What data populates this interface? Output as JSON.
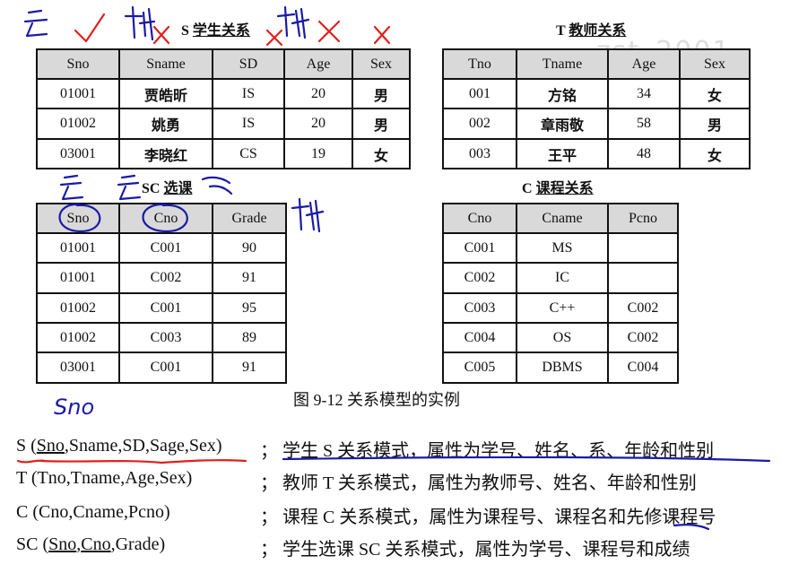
{
  "tables": {
    "s": {
      "caption_prefix": "S",
      "caption_title": "学生关系",
      "headers": [
        "Sno",
        "Sname",
        "SD",
        "Age",
        "Sex"
      ],
      "rows": [
        [
          "01001",
          "贾皓昕",
          "IS",
          "20",
          "男"
        ],
        [
          "01002",
          "姚勇",
          "IS",
          "20",
          "男"
        ],
        [
          "03001",
          "李晓红",
          "CS",
          "19",
          "女"
        ]
      ]
    },
    "t": {
      "caption_prefix": "T",
      "caption_title": "教师关系",
      "headers": [
        "Tno",
        "Tname",
        "Age",
        "Sex"
      ],
      "rows": [
        [
          "001",
          "方铭",
          "34",
          "女"
        ],
        [
          "002",
          "章雨敬",
          "58",
          "男"
        ],
        [
          "003",
          "王平",
          "48",
          "女"
        ]
      ]
    },
    "sc": {
      "caption_prefix": "SC",
      "caption_title": "选课",
      "headers": [
        "Sno",
        "Cno",
        "Grade"
      ],
      "rows": [
        [
          "01001",
          "C001",
          "90"
        ],
        [
          "01001",
          "C002",
          "91"
        ],
        [
          "01002",
          "C001",
          "95"
        ],
        [
          "01002",
          "C003",
          "89"
        ],
        [
          "03001",
          "C001",
          "91"
        ]
      ]
    },
    "c": {
      "caption_prefix": "C",
      "caption_title": "课程关系",
      "headers": [
        "Cno",
        "Cname",
        "Pcno"
      ],
      "rows": [
        [
          "C001",
          "MS",
          ""
        ],
        [
          "C002",
          "IC",
          ""
        ],
        [
          "C003",
          "C++",
          "C002"
        ],
        [
          "C004",
          "OS",
          "C002"
        ],
        [
          "C005",
          "DBMS",
          "C004"
        ]
      ]
    }
  },
  "figure_caption": "图 9-12  关系模型的实例",
  "schemas": [
    {
      "parts": [
        "S (",
        "Sno",
        ",",
        "Sname",
        ",",
        "SD",
        ",",
        "Sage",
        ",",
        "Sex",
        ")"
      ],
      "semicolon": "；",
      "description": "学生 S 关系模式，属性为学号、姓名、系、年龄和性别"
    },
    {
      "parts": [
        "T (Tno,Tname,Age,Sex)"
      ],
      "semicolon": "；",
      "description": "教师 T 关系模式，属性为教师号、姓名、年龄和性别"
    },
    {
      "parts": [
        "C (Cno,Cname,Pcno)"
      ],
      "semicolon": "；",
      "description": "课程 C 关系模式，属性为课程号、课程名和先修课程号"
    },
    {
      "parts": [
        "SC (",
        "Sno",
        ",",
        "Cno",
        ",Grade)"
      ],
      "semicolon": "；",
      "description": "学生选课 SC 关系模式，属性为学号、课程号和成绩"
    }
  ],
  "annotations": {
    "handwritten_sno": "Sno",
    "watermark": "zst_2001",
    "ink_color": "#1a1aa8",
    "mark_color": "#e0201c"
  }
}
